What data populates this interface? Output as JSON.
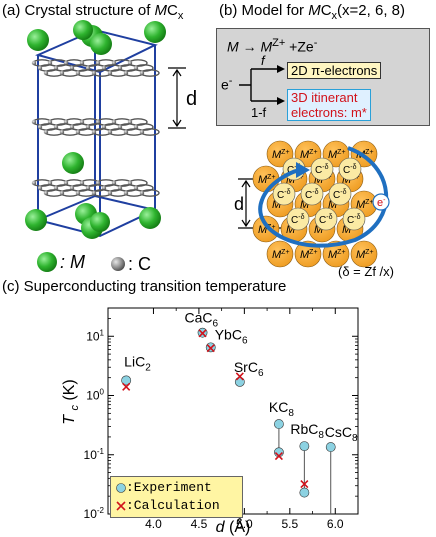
{
  "panel_a": {
    "title_prefix": "(a) Crystal structure of ",
    "title_M": "M",
    "title_C": "C",
    "title_x": "x",
    "dim_label": "d",
    "legend_M": ": M",
    "legend_C": ": C",
    "colors": {
      "metal": "#2fb42f",
      "carbon": "#8c8c8c",
      "cell": "#1f3fa0"
    }
  },
  "panel_b": {
    "title_prefix": "(b) Model for ",
    "title_M": "M",
    "title_C": "C",
    "title_x": "x",
    "title_suffix": "(x=2, 6, 8)",
    "reaction_left": "M",
    "reaction_arrow": "→",
    "reaction_right_M": "M",
    "reaction_right_sup": "Z+",
    "reaction_plus": " +Ze",
    "reaction_minus": "-",
    "electron": "e",
    "electron_sup": "-",
    "branch_f": "f",
    "branch_1f": "1-f",
    "label_2d": "2D π-electrons",
    "label_3d_line1": "3D itinerant",
    "label_3d_line2": "electrons: m*",
    "ion_label": "M",
    "ion_sup": "Z+",
    "carbon_label": "C",
    "carbon_sup": "-δ",
    "free_e": "e",
    "free_e_sup": "-",
    "dim_label": "d",
    "delta_note": "(δ = Zf /x)",
    "colors": {
      "ion": "#ee9b20",
      "carbon": "#fbeaa4",
      "arrow": "#1f6fc0"
    }
  },
  "panel_c": {
    "title": "(c) Superconducting transition temperature",
    "legend_experiment": ":Experiment",
    "legend_calculation": ":Calculation",
    "colors": {
      "experiment": "#8cd2e2",
      "calculation": "#d1121b"
    }
  },
  "chart_data": {
    "type": "scatter",
    "xlabel": "d (Å)",
    "ylabel": "Tc (K)",
    "xlim": [
      3.5,
      6.25
    ],
    "ylim": [
      0.01,
      30
    ],
    "yscale": "log",
    "xticks": [
      "4.0",
      "4.5",
      "5.0",
      "5.5",
      "6.0"
    ],
    "xtick_values": [
      4.0,
      4.5,
      5.0,
      5.5,
      6.0
    ],
    "ytick_values": [
      0.01,
      0.1,
      1,
      10
    ],
    "ytick_base": "10",
    "ytick_exponents": [
      "-2",
      "-1",
      "0",
      "1"
    ],
    "grid": false,
    "legend": "bottom-left",
    "series": [
      {
        "name": "Experiment",
        "marker": "circle",
        "points": [
          {
            "x": 3.7,
            "y": 1.8
          },
          {
            "x": 4.54,
            "y": 11.5
          },
          {
            "x": 4.63,
            "y": 6.5
          },
          {
            "x": 4.95,
            "y": 1.7
          },
          {
            "x": 5.38,
            "y": 0.33
          },
          {
            "x": 5.38,
            "y": 0.11
          },
          {
            "x": 5.66,
            "y": 0.14
          },
          {
            "x": 5.66,
            "y": 0.023
          },
          {
            "x": 5.95,
            "y": 0.135
          }
        ]
      },
      {
        "name": "Calculation",
        "marker": "x",
        "points": [
          {
            "x": 3.7,
            "y": 1.4
          },
          {
            "x": 4.54,
            "y": 11.2
          },
          {
            "x": 4.63,
            "y": 6.3
          },
          {
            "x": 4.95,
            "y": 2.1
          },
          {
            "x": 5.38,
            "y": 0.095
          },
          {
            "x": 5.66,
            "y": 0.032
          }
        ]
      }
    ],
    "drop_lines": [
      {
        "x": 5.38,
        "y_top": 0.33,
        "y_bottom": 0.11
      },
      {
        "x": 5.66,
        "y_top": 0.14,
        "y_bottom": 0.023
      },
      {
        "x": 5.95,
        "y_top": 0.135,
        "y_bottom": 0.01
      }
    ],
    "labels": [
      {
        "text": "LiC",
        "sub": "2",
        "x": 3.7,
        "y": 1.8
      },
      {
        "text": "CaC",
        "sub": "6",
        "x": 4.54,
        "y": 11.5
      },
      {
        "text": "YbC",
        "sub": "6",
        "x": 4.63,
        "y": 6.5
      },
      {
        "text": "SrC",
        "sub": "6",
        "x": 4.95,
        "y": 1.7
      },
      {
        "text": "KC",
        "sub": "8",
        "x": 5.38,
        "y": 0.33
      },
      {
        "text": "RbC",
        "sub": "8",
        "x": 5.66,
        "y": 0.14
      },
      {
        "text": "CsC",
        "sub": "8",
        "x": 5.95,
        "y": 0.135
      }
    ]
  }
}
